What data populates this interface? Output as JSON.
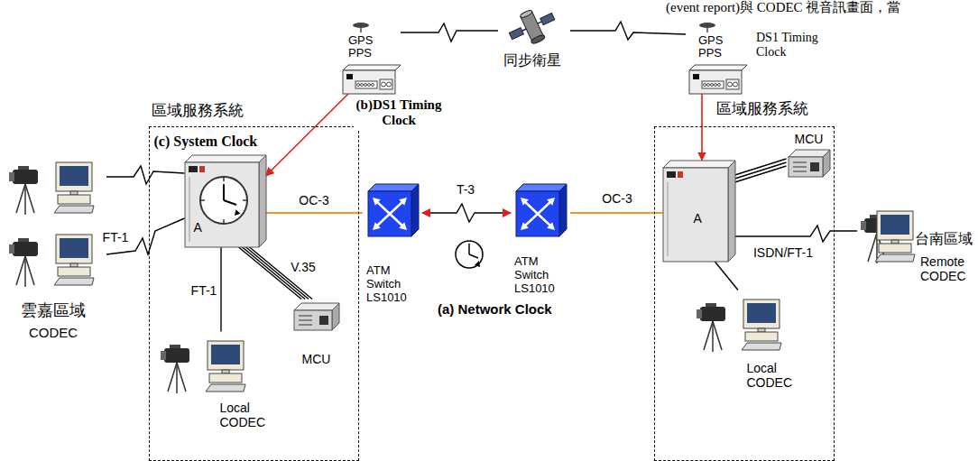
{
  "diagram": {
    "nodes": [
      {
        "text": [
          "區域服務系統"
        ]
      },
      {
        "text": [
          "(c) System Clock",
          "A"
        ],
        "in": 0
      },
      {
        "text": [
          "MCU"
        ],
        "in": 0
      },
      {
        "text": [
          "Local CODEC"
        ],
        "in": 0
      },
      {
        "text": [
          "雲嘉區域",
          "CODEC"
        ]
      },
      {
        "text": [
          "GPS PPS"
        ]
      },
      {
        "text": [
          "ATM Switch LS1010"
        ]
      },
      {
        "text": [
          "ATM Switch LS1010"
        ]
      },
      {
        "text": [
          "區域服務系統"
        ]
      },
      {
        "text": [
          "A"
        ],
        "in": 8
      },
      {
        "text": [
          "MCU"
        ],
        "in": 8
      },
      {
        "text": [
          "Local CODEC"
        ],
        "in": 8
      },
      {
        "text": [
          "台南區域",
          "Remote CODEC"
        ]
      },
      {
        "text": [
          "GPS PPS",
          "DS1 Timing Clock"
        ]
      },
      {
        "text": [
          "同步衛星"
        ]
      }
    ],
    "edges": [
      {
        "from": 4,
        "to": 1,
        "arrow": "none"
      },
      {
        "from": 4,
        "to": 1,
        "label": "FT-1",
        "arrow": "none"
      },
      {
        "from": 1,
        "to": 3,
        "label": "FT-1",
        "arrow": "none"
      },
      {
        "from": 1,
        "to": 2,
        "label": "V.35",
        "arrow": "none"
      },
      {
        "from": 5,
        "to": 1,
        "arrow": "to"
      },
      {
        "from": 1,
        "to": 6,
        "label": "OC-3",
        "arrow": "none"
      },
      {
        "from": 6,
        "to": 7,
        "label": "T-3",
        "arrow": "both"
      },
      {
        "from": 7,
        "to": 9,
        "label": "OC-3",
        "arrow": "none"
      },
      {
        "from": 13,
        "to": 9,
        "arrow": "to"
      },
      {
        "from": 10,
        "to": 9,
        "arrow": "none"
      },
      {
        "from": 9,
        "to": 11,
        "arrow": "none"
      },
      {
        "from": 9,
        "to": 12,
        "label": "ISDN/FT-1",
        "arrow": "none"
      },
      {
        "from": 5,
        "to": 14,
        "arrow": "none"
      },
      {
        "from": 14,
        "to": 13,
        "arrow": "none"
      }
    ],
    "labels": [
      "(event report)與 CODEC 視音訊畫面，當",
      "(b)DS1 Timing Clock",
      "(a) Network Clock"
    ]
  }
}
